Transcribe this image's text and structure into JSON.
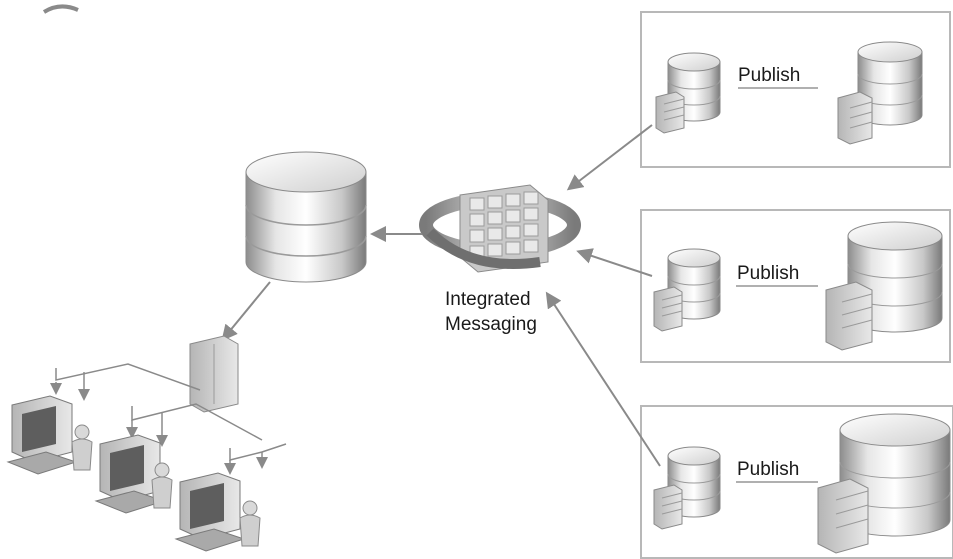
{
  "diagram": {
    "hub": {
      "label_line1": "Integrated",
      "label_line2": "Messaging"
    },
    "publishers": [
      {
        "label": "Publish"
      },
      {
        "label": "Publish"
      },
      {
        "label": "Publish"
      }
    ]
  }
}
